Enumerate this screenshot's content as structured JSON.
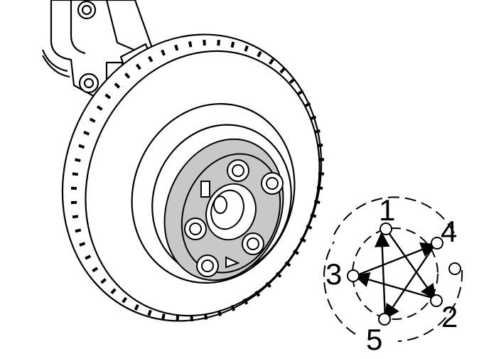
{
  "sequence_labels": [
    "1",
    "2",
    "3",
    "4",
    "5"
  ],
  "colors": {
    "line": "#000000",
    "background": "#ffffff",
    "hub_flange": "#c8c8c8"
  },
  "icons": {
    "hub": "wheel-hub",
    "disc": "brake-disc",
    "pattern": "tightening-sequence-star"
  }
}
